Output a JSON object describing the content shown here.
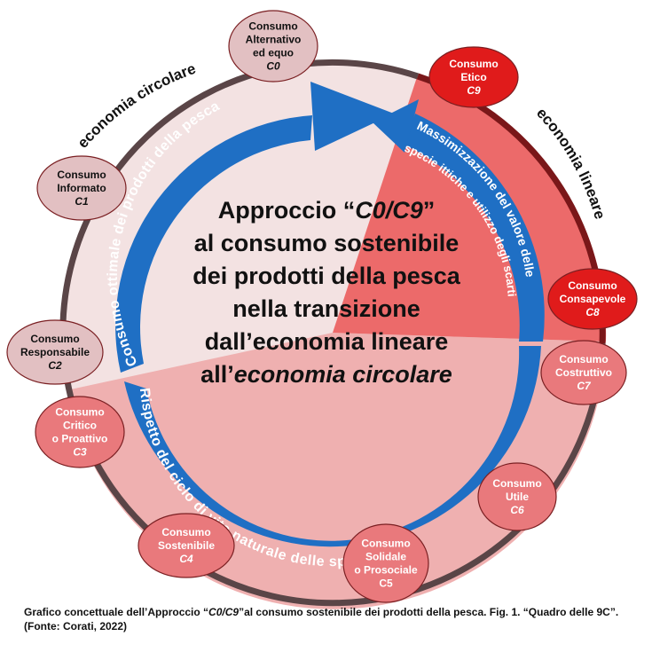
{
  "title": {
    "line1_pre": "Approccio “",
    "line1_em": "C0/C9",
    "line1_post": "”",
    "line2": "al consumo sostenibile",
    "line3": "dei prodotti della pesca",
    "line4": "nella transizione",
    "line5": "dall’economia lineare",
    "line6_pre": "all’",
    "line6_em": "economia circolare"
  },
  "ring_labels": {
    "circular": "economia circolare",
    "linear": "economia lineare"
  },
  "arrow_texts": {
    "left": "Consumo ottimale dei prodotti della pesca",
    "right_line1": "Massimizzazione del valore delle",
    "right_line2": "specie ittiche e utilizzo degli scarti",
    "bottom": "Rispetto del ciclo di vita naturale delle specie ittiche"
  },
  "nodes": [
    {
      "id": "C0",
      "lines": [
        "Consumo",
        "Alternativo",
        "ed equo"
      ],
      "code": "C0",
      "fill": "#e2c0c2",
      "text": "#111111"
    },
    {
      "id": "C1",
      "lines": [
        "Consumo",
        "Informato"
      ],
      "code": "C1",
      "fill": "#e2c0c2",
      "text": "#111111"
    },
    {
      "id": "C2",
      "lines": [
        "Consumo",
        "Responsabile"
      ],
      "code": "C2",
      "fill": "#e2c0c2",
      "text": "#111111"
    },
    {
      "id": "C3",
      "lines": [
        "Consumo",
        "Critico",
        "o Proattivo"
      ],
      "code": "C3",
      "fill": "#e9797c",
      "text": "#ffffff"
    },
    {
      "id": "C4",
      "lines": [
        "Consumo",
        "Sostenibile"
      ],
      "code": "C4",
      "fill": "#e9797c",
      "text": "#ffffff"
    },
    {
      "id": "C5",
      "lines": [
        "Consumo",
        "Solidale",
        "o Prosociale",
        "C5"
      ],
      "code": "",
      "fill": "#e9797c",
      "text": "#ffffff"
    },
    {
      "id": "C6",
      "lines": [
        "Consumo",
        "Utile"
      ],
      "code": "C6",
      "fill": "#e9797c",
      "text": "#ffffff"
    },
    {
      "id": "C7",
      "lines": [
        "Consumo",
        "Costruttivo"
      ],
      "code": "C7",
      "fill": "#e9797c",
      "text": "#ffffff"
    },
    {
      "id": "C8",
      "lines": [
        "Consumo",
        "Consapevole"
      ],
      "code": "C8",
      "fill": "#e01b1b",
      "text": "#ffffff"
    },
    {
      "id": "C9",
      "lines": [
        "Consumo",
        "Etico"
      ],
      "code": "C9",
      "fill": "#e01b1b",
      "text": "#ffffff"
    }
  ],
  "caption": {
    "line1_pre": "Grafico concettuale dell’Approccio “",
    "line1_em": "C0/C9",
    "line1_post": "”al consumo sostenibile dei prodotti della pesca. Fig. 1. “Quadro delle 9C”.",
    "line2": "(Fonte: Corati, 2022)"
  },
  "colors": {
    "ring_dark": "#5a4547",
    "ring_linear": "#7a1719",
    "sector_light": "#f3e2e2",
    "sector_mid": "#efb0b0",
    "sector_red": "#ec6a6a",
    "arrow_blue": "#1f6fc4"
  }
}
